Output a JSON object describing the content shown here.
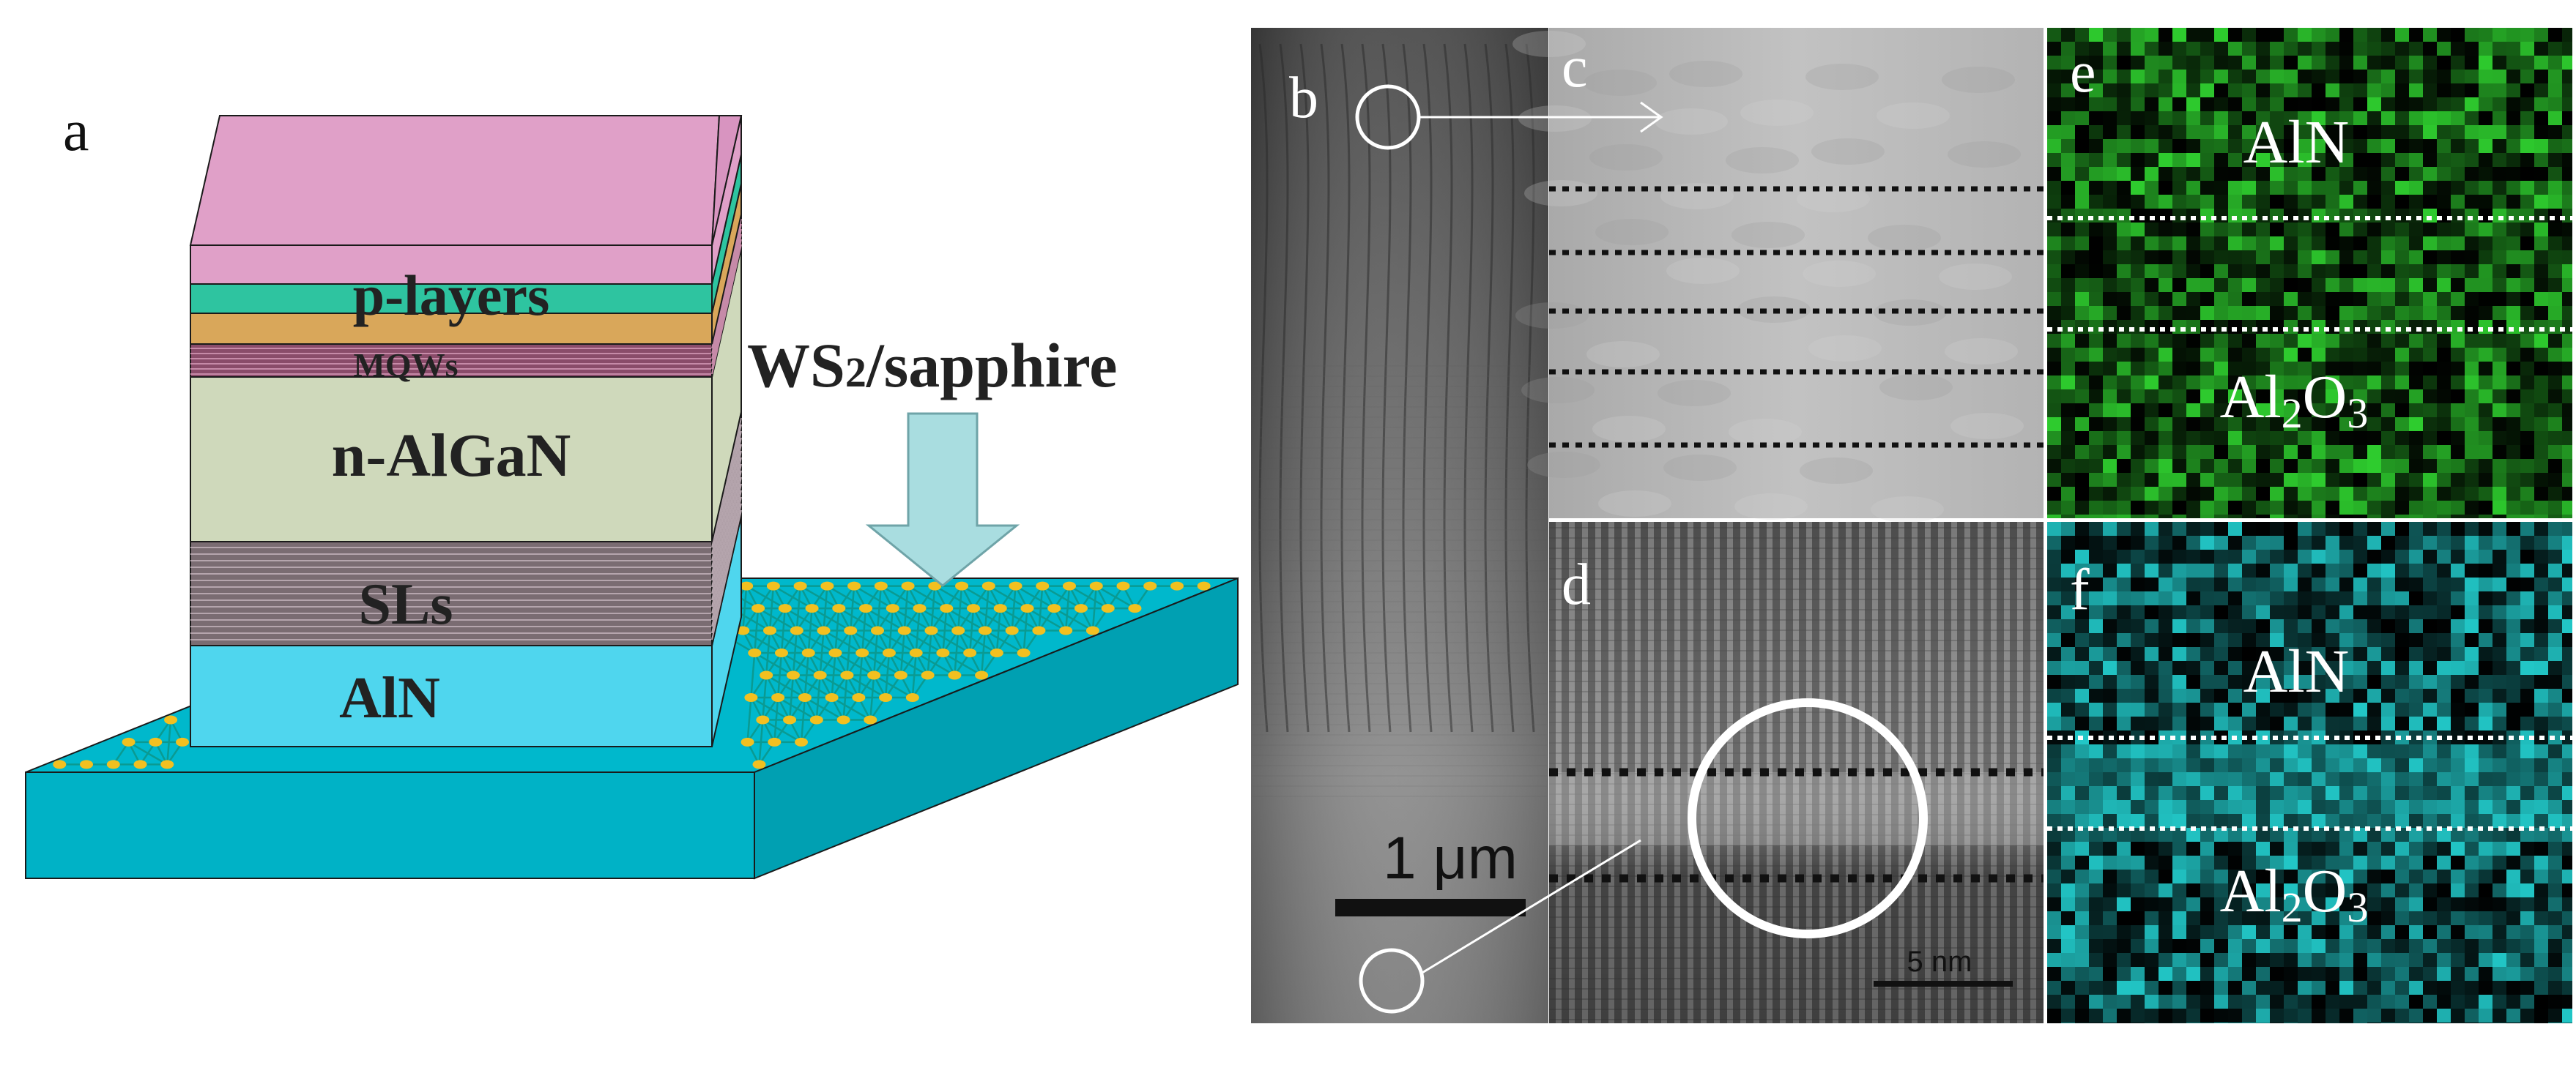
{
  "panel_a": {
    "letter": "a",
    "layers": {
      "p": "p-layers",
      "mqw": "MQWs",
      "n": "n-AlGaN",
      "sl": "SLs",
      "aln": "AlN"
    },
    "substrate_main": "WS",
    "substrate_sub": "2",
    "substrate_rest": "/sapphire",
    "colors": {
      "p_layer": "#e0a0c8",
      "teal_stripe": "#2ec4a0",
      "orange_stripe": "#d9a75a",
      "mqw": "#8a4c6a",
      "n_algan": "#cfd9bb",
      "sl": "#7a6c72",
      "aln": "#4fd6ee",
      "substrate": "#00b8cc",
      "arrow": "#a9dde0",
      "lattice_atom": "#f2c020",
      "lattice_bond": "#0a9a92"
    }
  },
  "panel_b": {
    "letter": "b",
    "scale_label": "1 μm"
  },
  "panel_c": {
    "letter": "c"
  },
  "panel_d": {
    "letter": "d",
    "scale_label": "5 nm"
  },
  "panel_e": {
    "letter": "e",
    "top_label": "AlN",
    "bottom_main": "Al",
    "bottom_s1": "2",
    "bottom_mid": "O",
    "bottom_s2": "3",
    "color": "#2ecc2e"
  },
  "panel_f": {
    "letter": "f",
    "top_label": "AlN",
    "bottom_main": "Al",
    "bottom_s1": "2",
    "bottom_mid": "O",
    "bottom_s2": "3",
    "color": "#22c8c8"
  }
}
